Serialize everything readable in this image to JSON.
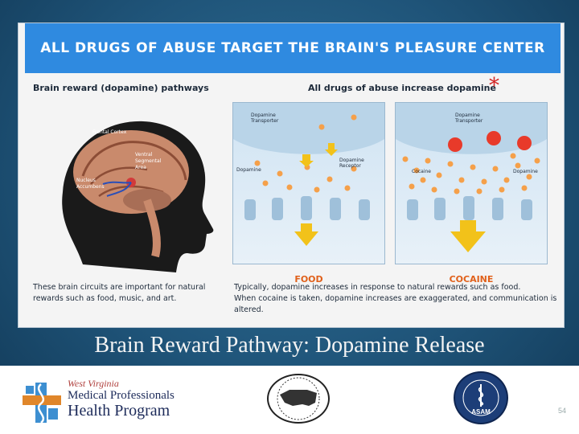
{
  "slide": {
    "banner_title": "ALL DRUGS OF ABUSE TARGET THE BRAIN'S PLEASURE CENTER",
    "left_subtitle": "Brain reward (dopamine) pathways",
    "right_subtitle": "All drugs of abuse increase dopamine",
    "asterisk": "*",
    "brain_labels": {
      "frontal_cortex": "Frontal Cortex",
      "ventral": "Ventral",
      "segmental": "Segmental",
      "area": "Area",
      "nucleus": "Nucleus",
      "accumbens": "Accumbens"
    },
    "left_caption_line1": "These brain circuits are important for natural",
    "left_caption_line2": "rewards such as food, music, and art.",
    "food_panel": {
      "transporter_1": "Dopamine",
      "transporter_2": "Transporter",
      "dopamine": "Dopamine",
      "receptor_1": "Dopamine",
      "receptor_2": "Receptor",
      "label": "FOOD"
    },
    "cocaine_panel": {
      "transporter_1": "Dopamine",
      "transporter_2": "Transporter",
      "cocaine": "Cocaine",
      "dopamine": "Dopamine",
      "label": "COCAINE"
    },
    "right_caption_line1": "Typically, dopamine increases in response to natural rewards such as food.",
    "right_caption_line2": "When cocaine is taken, dopamine increases are exaggerated, and communication is altered."
  },
  "title": "Brain Reward Pathway: Dopamine Release",
  "footer": {
    "wv_line1": "West Virginia",
    "wv_line2": "Medical Professionals",
    "wv_line3": "Health Program",
    "asam_text": "ASAM",
    "page_number": "54"
  },
  "colors": {
    "banner": "#2f8ae0",
    "accent_orange": "#e0601a",
    "background": "#1f5479"
  }
}
